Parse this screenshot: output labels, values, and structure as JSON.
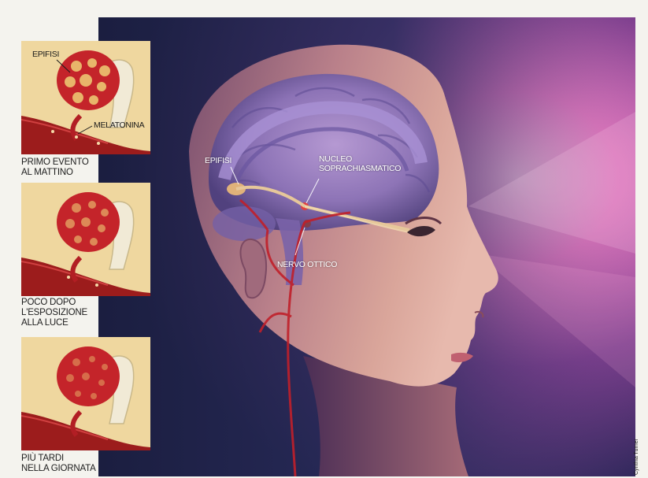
{
  "main_figure": {
    "labels": {
      "epifisi": "EPIFISI",
      "nucleo_line1": "NUCLEO",
      "nucleo_line2": "SOPRACHIASMATICO",
      "nervo_ottico": "NERVO OTTICO"
    }
  },
  "panels": [
    {
      "labels": {
        "epifisi": "EPIFISI",
        "melatonina": "MELATONINA"
      },
      "caption": [
        "PRIMO EVENTO",
        "AL MATTINO"
      ]
    },
    {
      "caption": [
        "POCO DOPO",
        "L'ESPOSIZIONE",
        "ALLA LUCE"
      ]
    },
    {
      "caption": [
        "PIÙ TARDI",
        "NELLA GIORNATA"
      ]
    }
  ],
  "credit": "Cynthia Turner",
  "colors": {
    "background_dark": "#262a55",
    "glow_magenta": "#d54a9c",
    "skin": "#c78f86",
    "brain": "#8a72b8",
    "panel_bg": "#efd79f",
    "gland_red": "#c4242a",
    "vessel_red": "#9c1c1c",
    "bone": "#f1ead6"
  }
}
